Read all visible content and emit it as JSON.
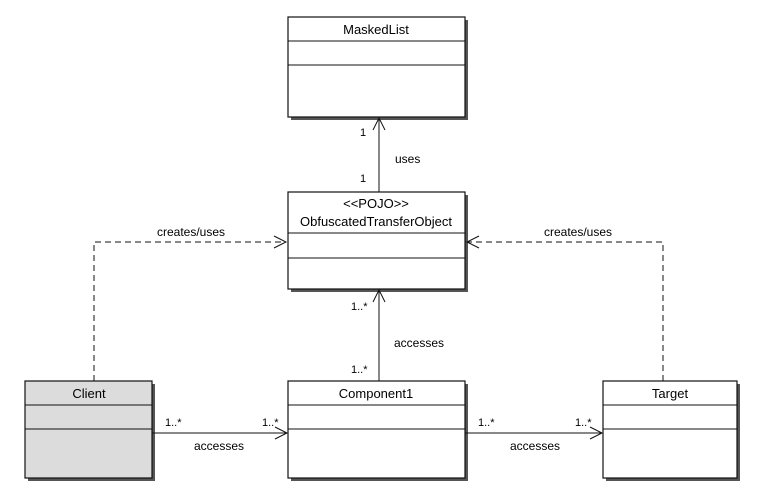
{
  "classes": {
    "masked_list": {
      "name": "MaskedList"
    },
    "oto": {
      "stereotype": "<<POJO>>",
      "name": "ObfuscatedTransferObject"
    },
    "client": {
      "name": "Client"
    },
    "component1": {
      "name": "Component1"
    },
    "target": {
      "name": "Target"
    }
  },
  "relations": {
    "oto_masked": {
      "label": "uses",
      "mult_source": "1",
      "mult_target": "1"
    },
    "client_oto": {
      "label": "creates/uses"
    },
    "target_oto": {
      "label": "creates/uses"
    },
    "component_oto": {
      "label": "accesses",
      "mult_source": "1..*",
      "mult_target": "1..*"
    },
    "client_component": {
      "label": "accesses",
      "mult_source": "1..*",
      "mult_target": "1..*"
    },
    "component_target": {
      "label": "accesses",
      "mult_source": "1..*",
      "mult_target": "1..*"
    }
  },
  "colors": {
    "line": "#111111",
    "box_fill": "#ffffff",
    "client_fill": "#dcdcdc",
    "shadow": "#555555"
  }
}
